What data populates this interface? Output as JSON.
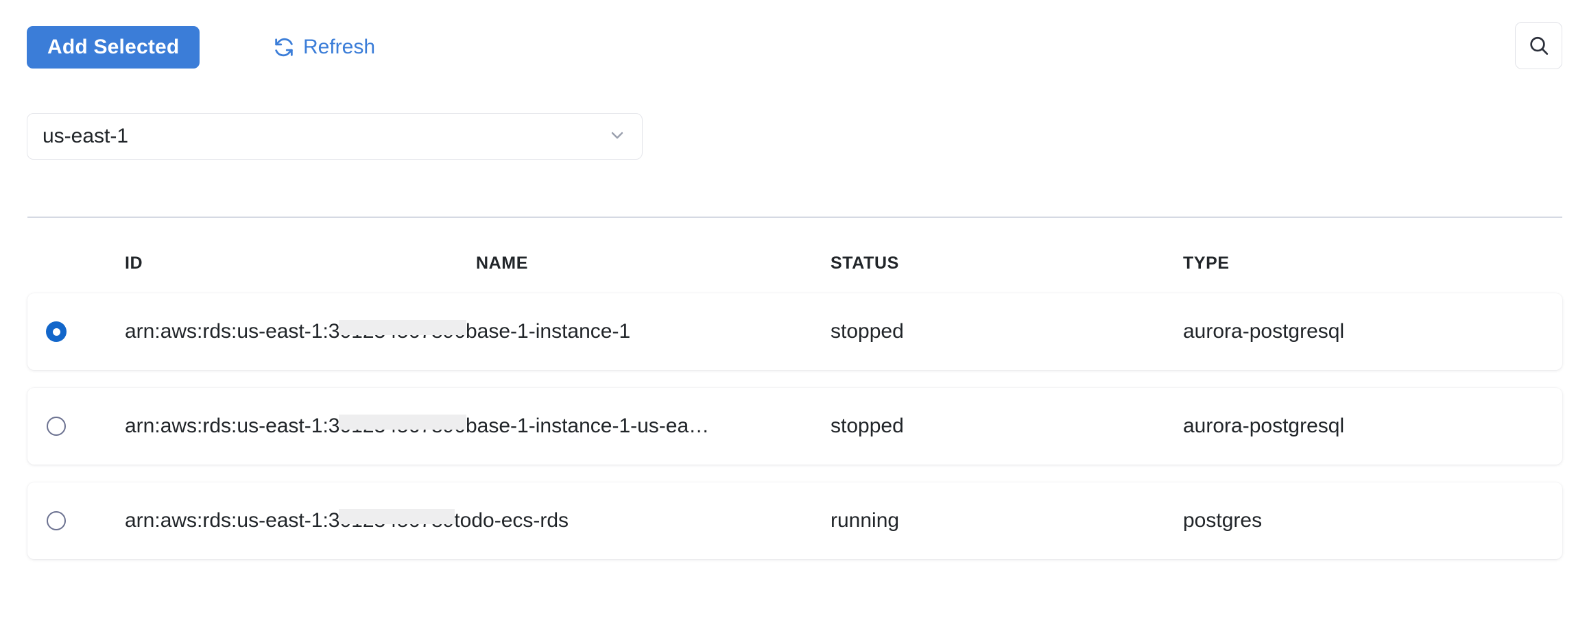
{
  "toolbar": {
    "add_selected_label": "Add Selected",
    "refresh_label": "Refresh",
    "refresh_icon": "refresh-icon",
    "search_icon": "search-icon",
    "primary_color": "#3b7dd8",
    "link_color": "#3b7dd8"
  },
  "region_select": {
    "value": "us-east-1",
    "chevron_icon": "chevron-down-icon"
  },
  "table": {
    "columns": [
      "ID",
      "NAME",
      "STATUS",
      "TYPE"
    ],
    "rows": [
      {
        "selected": true,
        "id_prefix": "arn:aws:rds:us-east-1:3",
        "id_redacted": "01234567890",
        "id_suffix": "base-1-instance-1",
        "status": "stopped",
        "type": "aurora-postgresql"
      },
      {
        "selected": false,
        "id_prefix": "arn:aws:rds:us-east-1:3",
        "id_redacted": "01234567890",
        "id_suffix": "base-1-instance-1-us-ea…",
        "status": "stopped",
        "type": "aurora-postgresql"
      },
      {
        "selected": false,
        "id_prefix": "arn:aws:rds:us-east-1:3",
        "id_redacted": "0123456789",
        "id_suffix": "todo-ecs-rds",
        "status": "running",
        "type": "postgres"
      }
    ]
  }
}
